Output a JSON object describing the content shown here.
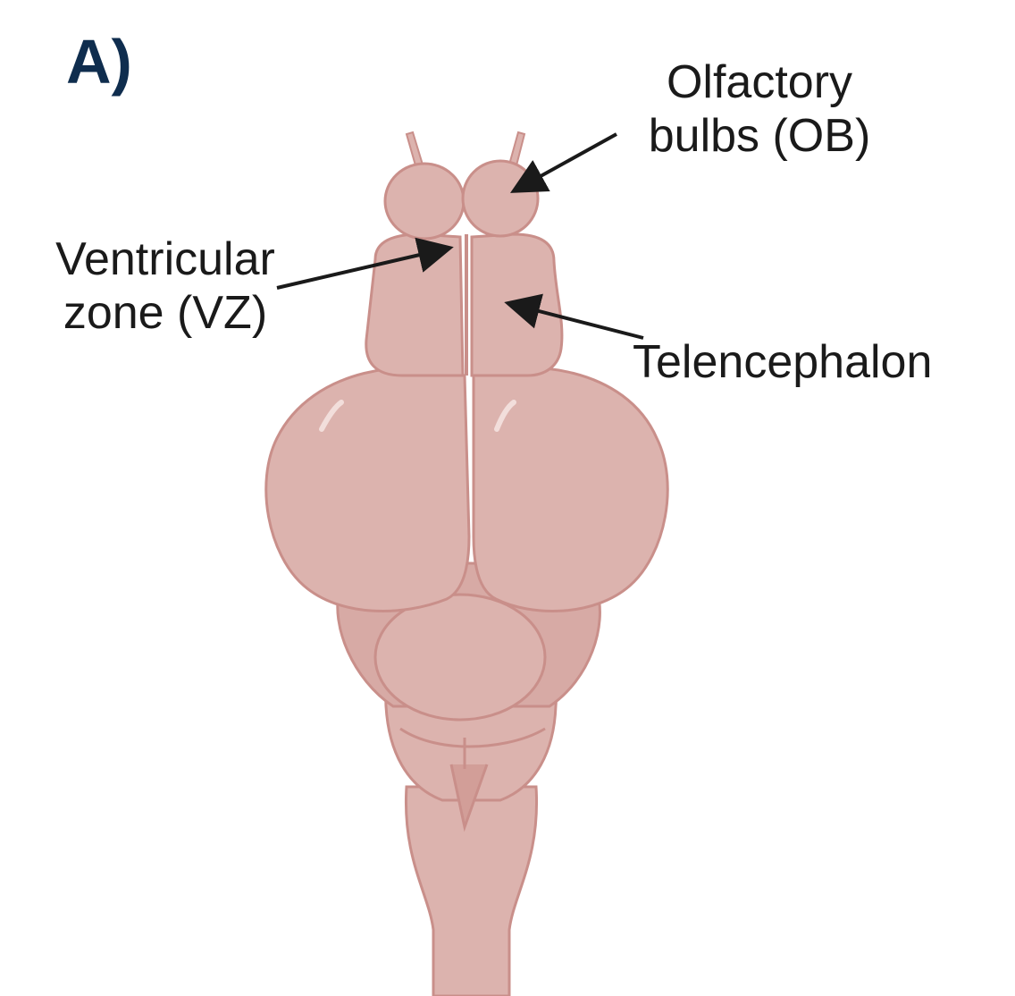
{
  "panel": {
    "label": "A)"
  },
  "labels": {
    "olfactory_line1": "Olfactory",
    "olfactory_line2": "bulbs (OB)",
    "ventricular_line1": "Ventricular",
    "ventricular_line2": "zone (VZ)",
    "telencephalon": "Telencephalon"
  },
  "colors": {
    "tissue_fill": "#dcb3ae",
    "tissue_shade": "#d29e98",
    "tissue_outline": "#c98f8a",
    "panel_label": "#0f2d4e",
    "arrow": "#1a1a1a"
  }
}
